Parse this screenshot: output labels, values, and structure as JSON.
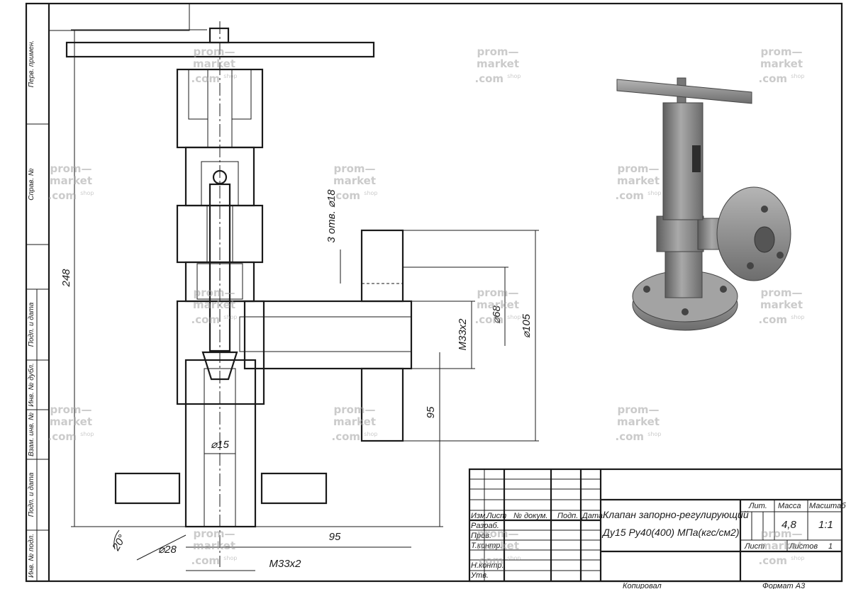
{
  "side_stamp": {
    "cells": [
      "Перв. примен.",
      "Справ. №",
      "Подп. и дата",
      "Инв. № дубл.",
      "Взам. инв. №",
      "Подп. и дата",
      "Инв. № подл."
    ]
  },
  "dimensions": {
    "overall_height": "248",
    "holes": "3 отв. ⌀18",
    "flange_outer": "⌀105",
    "bolt_circle": "⌀68",
    "side_thread": "M33x2",
    "side_height": "95",
    "bore": "⌀15",
    "chamfer_angle": "20°",
    "bottom_dia": "⌀28",
    "bottom_length": "95",
    "bottom_thread": "M33x2"
  },
  "title_block": {
    "head": [
      "Изм.",
      "Лист",
      "№ докум.",
      "Подп.",
      "Дата"
    ],
    "roles": [
      "Разраб.",
      "Пров.",
      "Т.контр.",
      "",
      "Н.контр.",
      "Утв."
    ],
    "title_line1": "Клапан запорно-регулирующий",
    "title_line2": "Ду15 Ру40(400) МПа(кгс/см2)",
    "lit_label": "Лит.",
    "mass_label": "Масса",
    "scale_label": "Масштаб",
    "mass": "4,8",
    "scale": "1:1",
    "sheet_label": "Лист",
    "sheets_label": "Листов",
    "sheets_count": "1",
    "copied": "Копировал",
    "format": "Формат   А3"
  },
  "watermark": {
    "line1": "prom—",
    "line2": "market",
    "line3": ".com",
    "suffix": "shop"
  }
}
